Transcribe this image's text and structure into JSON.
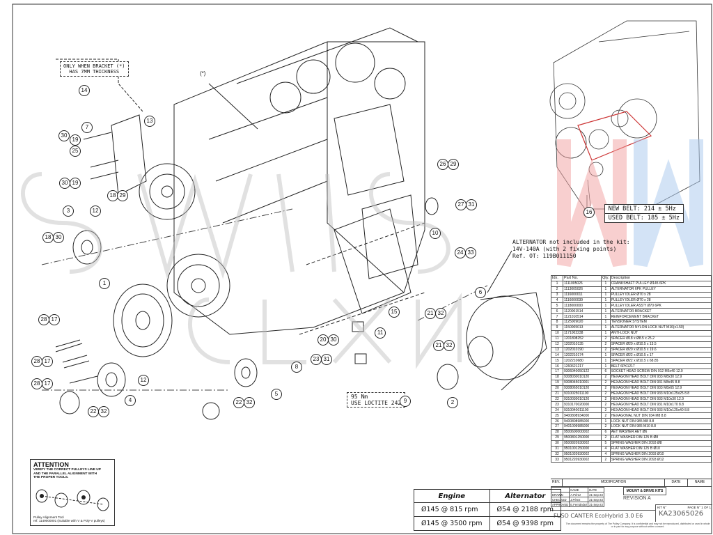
{
  "notes": {
    "bracket_note": [
      "ONLY WHEN BRACKET (*)",
      "HAS 7MM THICKNESS"
    ],
    "star_marker": "(*)",
    "alternator_note": [
      "ALTERNATOR not included in the kit:",
      "14V-140A (with 2 fixing points)",
      "Ref. OT: 119B011150"
    ],
    "torque_note": [
      "95 Nm",
      "USE LOCTITE 242"
    ],
    "torque_ref": "9"
  },
  "belt_tension": {
    "new": "NEW BELT:  214 ± 5Hz",
    "used": "USED BELT:  185 ± 5Hz",
    "ref": "16"
  },
  "parts_table": {
    "headers": [
      "Idx.",
      "Part No.",
      "Qty.",
      "Description"
    ],
    "rows": [
      [
        "1",
        "1111005026",
        "1",
        "CRANKSHAFT PULLEY Ø145 6PK"
      ],
      [
        "2",
        "1113005026",
        "1",
        "ALTERNATOR 6PK PULLEY"
      ],
      [
        "3",
        "1116000011",
        "1",
        "PULLEY IDLER Ø70 x 28"
      ],
      [
        "4",
        "1116000039",
        "1",
        "PULLEY IDLER Ø70 x 28"
      ],
      [
        "5",
        "1118000000",
        "1",
        "PULLEY IDLER ASS'Y Ø70 6PK"
      ],
      [
        "6",
        "1120001514",
        "1",
        "ALTERNATOR BRACKET"
      ],
      [
        "7",
        "1121010514",
        "1",
        "REINFORCEMENT BRACKET"
      ],
      [
        "8",
        "1125009020",
        "1",
        "TENSIONER SYSTEM"
      ],
      [
        "9",
        "1150005013",
        "1",
        "ALTERNATOR NYLON LOCK NUT M16(x1.50)"
      ],
      [
        "10",
        "1171002238",
        "1",
        "ANTI-LOCK NUT"
      ],
      [
        "11",
        "1201808252",
        "2",
        "SPACER Ø18 x Ø8.5 x 25.2"
      ],
      [
        "12",
        "1202010135",
        "2",
        "SPACER Ø20 x Ø10.5 x 13.5"
      ],
      [
        "13",
        "1202010190",
        "2",
        "SPACER Ø20 x Ø10.5 x 19.6"
      ],
      [
        "14",
        "1202210174",
        "1",
        "SPACER Ø22 x Ø10.5 x 17"
      ],
      [
        "15",
        "1202210680",
        "1",
        "SPACER Ø22 x Ø10.5 x 68.85"
      ],
      [
        "16",
        "1260621217",
        "1",
        "BELT 6PK1217"
      ],
      [
        "17",
        "9306040050122",
        "6",
        "SOCKET HEAD SCREW DIN 912 M6x40 12.9"
      ],
      [
        "18",
        "9308030010120",
        "2",
        "HEXAGON HEAD BOLT DIN 933 M8x30 12.9"
      ],
      [
        "19",
        "9308045010001",
        "2",
        "HEXAGON HEAD BOLT DIN 931 M8x45 8.8"
      ],
      [
        "20",
        "9308065010120",
        "2",
        "HEXAGON HEAD BOLT DIN 933 M8x65 12.9"
      ],
      [
        "21",
        "9310025011100",
        "2",
        "HEXAGON HEAD BOLT DIN 933 M10x125x25 8.8"
      ],
      [
        "22",
        "9310030010120",
        "2",
        "HEXAGON HEAD BOLT DIN 933 M10x30 12.9"
      ],
      [
        "23",
        "9310170020000",
        "2",
        "HEXAGON HEAD BOLT DIN 931 M10x170 8.8"
      ],
      [
        "24",
        "9310040011100",
        "2",
        "HEXAGON HEAD BOLT DIN 933 M10x125x40 8.8"
      ],
      [
        "25",
        "9400808934000",
        "2",
        "HEXAGONAL NUT DIN 934 M8 8.8"
      ],
      [
        "26",
        "9400808985000",
        "1",
        "LOCK NUT DIN 985 M8 8.8"
      ],
      [
        "27",
        "9401009985000",
        "2",
        "LOCK NUT DIN 985 M10 8.8"
      ],
      [
        "28",
        "9500600000002",
        "6",
        "AET WASHER AET Ø6"
      ],
      [
        "29",
        "9500801250000",
        "2",
        "FLAT WASHER DIN 125 B Ø8"
      ],
      [
        "30",
        "9500820930002",
        "5",
        "SPRING WASHER DIN 2093 Ø8"
      ],
      [
        "31",
        "9501001250000",
        "4",
        "FLAT WASHER DIN 125 B Ø10"
      ],
      [
        "32",
        "9501020930002",
        "4",
        "SPRING WASHER DIN 2093 Ø10"
      ],
      [
        "33",
        "9501220930002",
        "2",
        "SPRING WASHER DIN 2093 Ø12"
      ]
    ]
  },
  "title_block": {
    "rev": "REV.",
    "modification": "MODIFICATION",
    "date": "DATE",
    "name": "NAME",
    "sign_headers": [
      "",
      "NAME",
      "DATE"
    ],
    "sign_rows": [
      [
        "DRAWN",
        "A.Pérez",
        "21-Sep-23"
      ],
      [
        "CHECKED",
        "J.Pérez",
        "21-Sep-23"
      ],
      [
        "APPROVED",
        "E.Fernández",
        "21-Sep-23"
      ]
    ],
    "kit_type": "MOUNT & DRIVE KITS",
    "revision": "REVISION  A",
    "model": "FUSO CANTER EcoHybrid 3.0 E6",
    "kit_no_label": "KIT N°",
    "page_label": "PAGE N° 1 OF 1",
    "kit_no": "KA23065026",
    "copyright": "The document remains the property of The Pulley Company. It is confidential and may not be reproduced, distributed or used in whole or in part for any purpose without written consent."
  },
  "rpm_table": {
    "headers": [
      "Engine",
      "Alternator"
    ],
    "rows": [
      [
        "Ø145 @ 815 rpm",
        "Ø54 @ 2188 rpm"
      ],
      [
        "Ø145 @ 3500 rpm",
        "Ø54 @ 9398 rpm"
      ]
    ]
  },
  "attention": {
    "title": "ATTENTION",
    "lines": [
      "VERIFY THE CORRECT PULLEYS LINE UP",
      "AND THE PARALLEL ALIGNMENT WITH",
      "THE PROPER TOOLS."
    ],
    "tool": [
      "Pulley Alignment Tool",
      "ref. 1149000001 (Suitable with V & Poly-V pulleys)"
    ]
  },
  "callouts": [
    "14",
    "7",
    "30",
    "19",
    "25",
    "13",
    "30",
    "19",
    "18",
    "29",
    "3",
    "12",
    "18",
    "30",
    "1",
    "28",
    "17",
    "28",
    "17",
    "28",
    "17",
    "22",
    "32",
    "4",
    "12",
    "26",
    "29",
    "27",
    "31",
    "10",
    "24",
    "33",
    "21",
    "32",
    "21",
    "32",
    "11",
    "20",
    "30",
    "23",
    "31",
    "8",
    "22",
    "32",
    "5",
    "15",
    "2",
    "6"
  ],
  "colors": {
    "line": "#222222",
    "watermark_red": "#f2a0a0",
    "watermark_blue": "#a8c8ee"
  }
}
